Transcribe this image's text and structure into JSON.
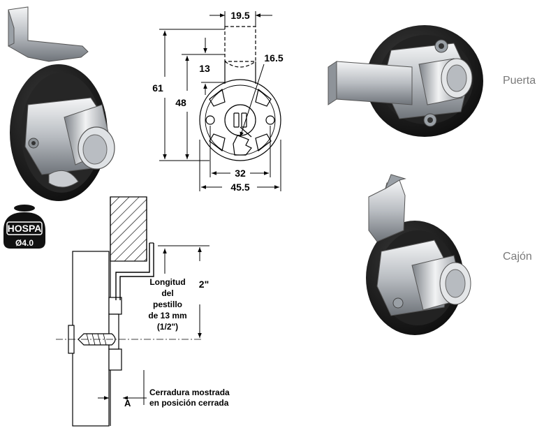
{
  "dimensions": {
    "width_top": "19.5",
    "height_61": "61",
    "height_48": "48",
    "offset_13": "13",
    "diameter_16_5": "16.5",
    "spacing_32": "32",
    "width_45_5": "45.5"
  },
  "hospa": {
    "brand": "HOSPA",
    "size": "Ø4.0"
  },
  "section": {
    "bolt_length_lines": [
      "Longitud",
      "del",
      "pestillo",
      "de 13 mm",
      "(1/2\")"
    ],
    "travel": "2\"",
    "caption_lines": [
      "Cerradura mostrada",
      "en posición cerrada"
    ],
    "a_label": "A"
  },
  "views": {
    "door_label": "Puerta",
    "drawer_label": "Cajón"
  },
  "colors": {
    "metal_light": "#e6e8ea",
    "metal_mid": "#b8bcc1",
    "metal_dark": "#7d8288",
    "plastic": "#1c1c1c"
  }
}
